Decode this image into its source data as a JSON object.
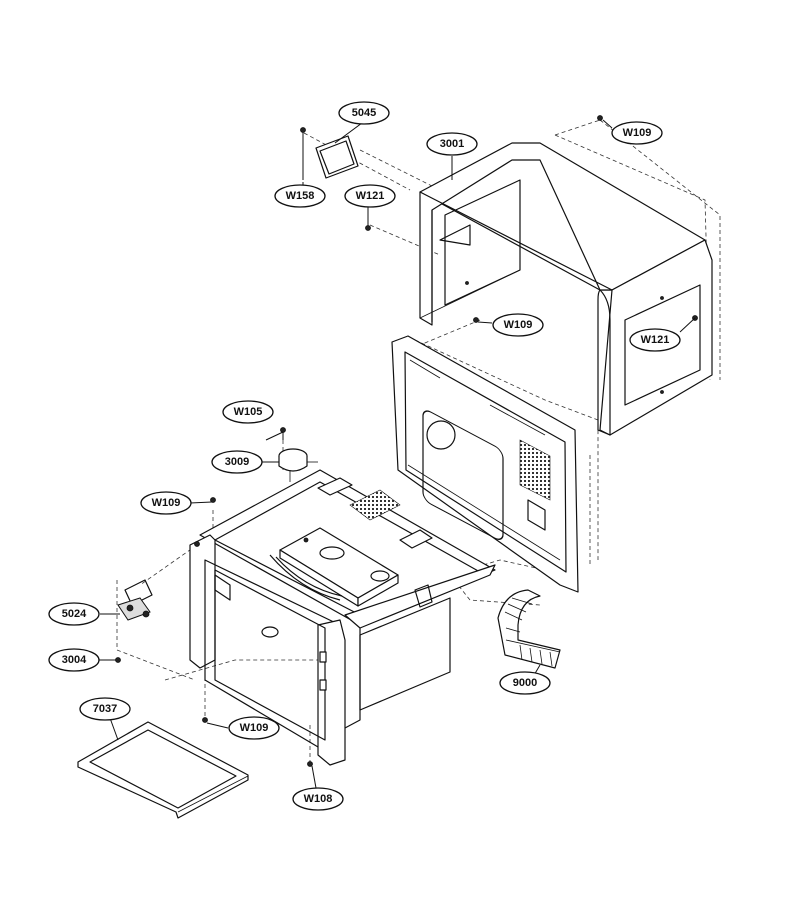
{
  "diagram": {
    "callouts": [
      {
        "id": "5045",
        "label": "5045"
      },
      {
        "id": "w158",
        "label": "W158"
      },
      {
        "id": "w121-top",
        "label": "W121"
      },
      {
        "id": "3001",
        "label": "3001"
      },
      {
        "id": "w109-top",
        "label": "W109"
      },
      {
        "id": "w109-mid",
        "label": "W109"
      },
      {
        "id": "w121-right",
        "label": "W121"
      },
      {
        "id": "w105",
        "label": "W105"
      },
      {
        "id": "3009",
        "label": "3009"
      },
      {
        "id": "w109-left",
        "label": "W109"
      },
      {
        "id": "5024",
        "label": "5024"
      },
      {
        "id": "3004",
        "label": "3004"
      },
      {
        "id": "7037",
        "label": "7037"
      },
      {
        "id": "w109-bottom",
        "label": "W109"
      },
      {
        "id": "w108",
        "label": "W108"
      },
      {
        "id": "9000",
        "label": "9000"
      }
    ]
  }
}
